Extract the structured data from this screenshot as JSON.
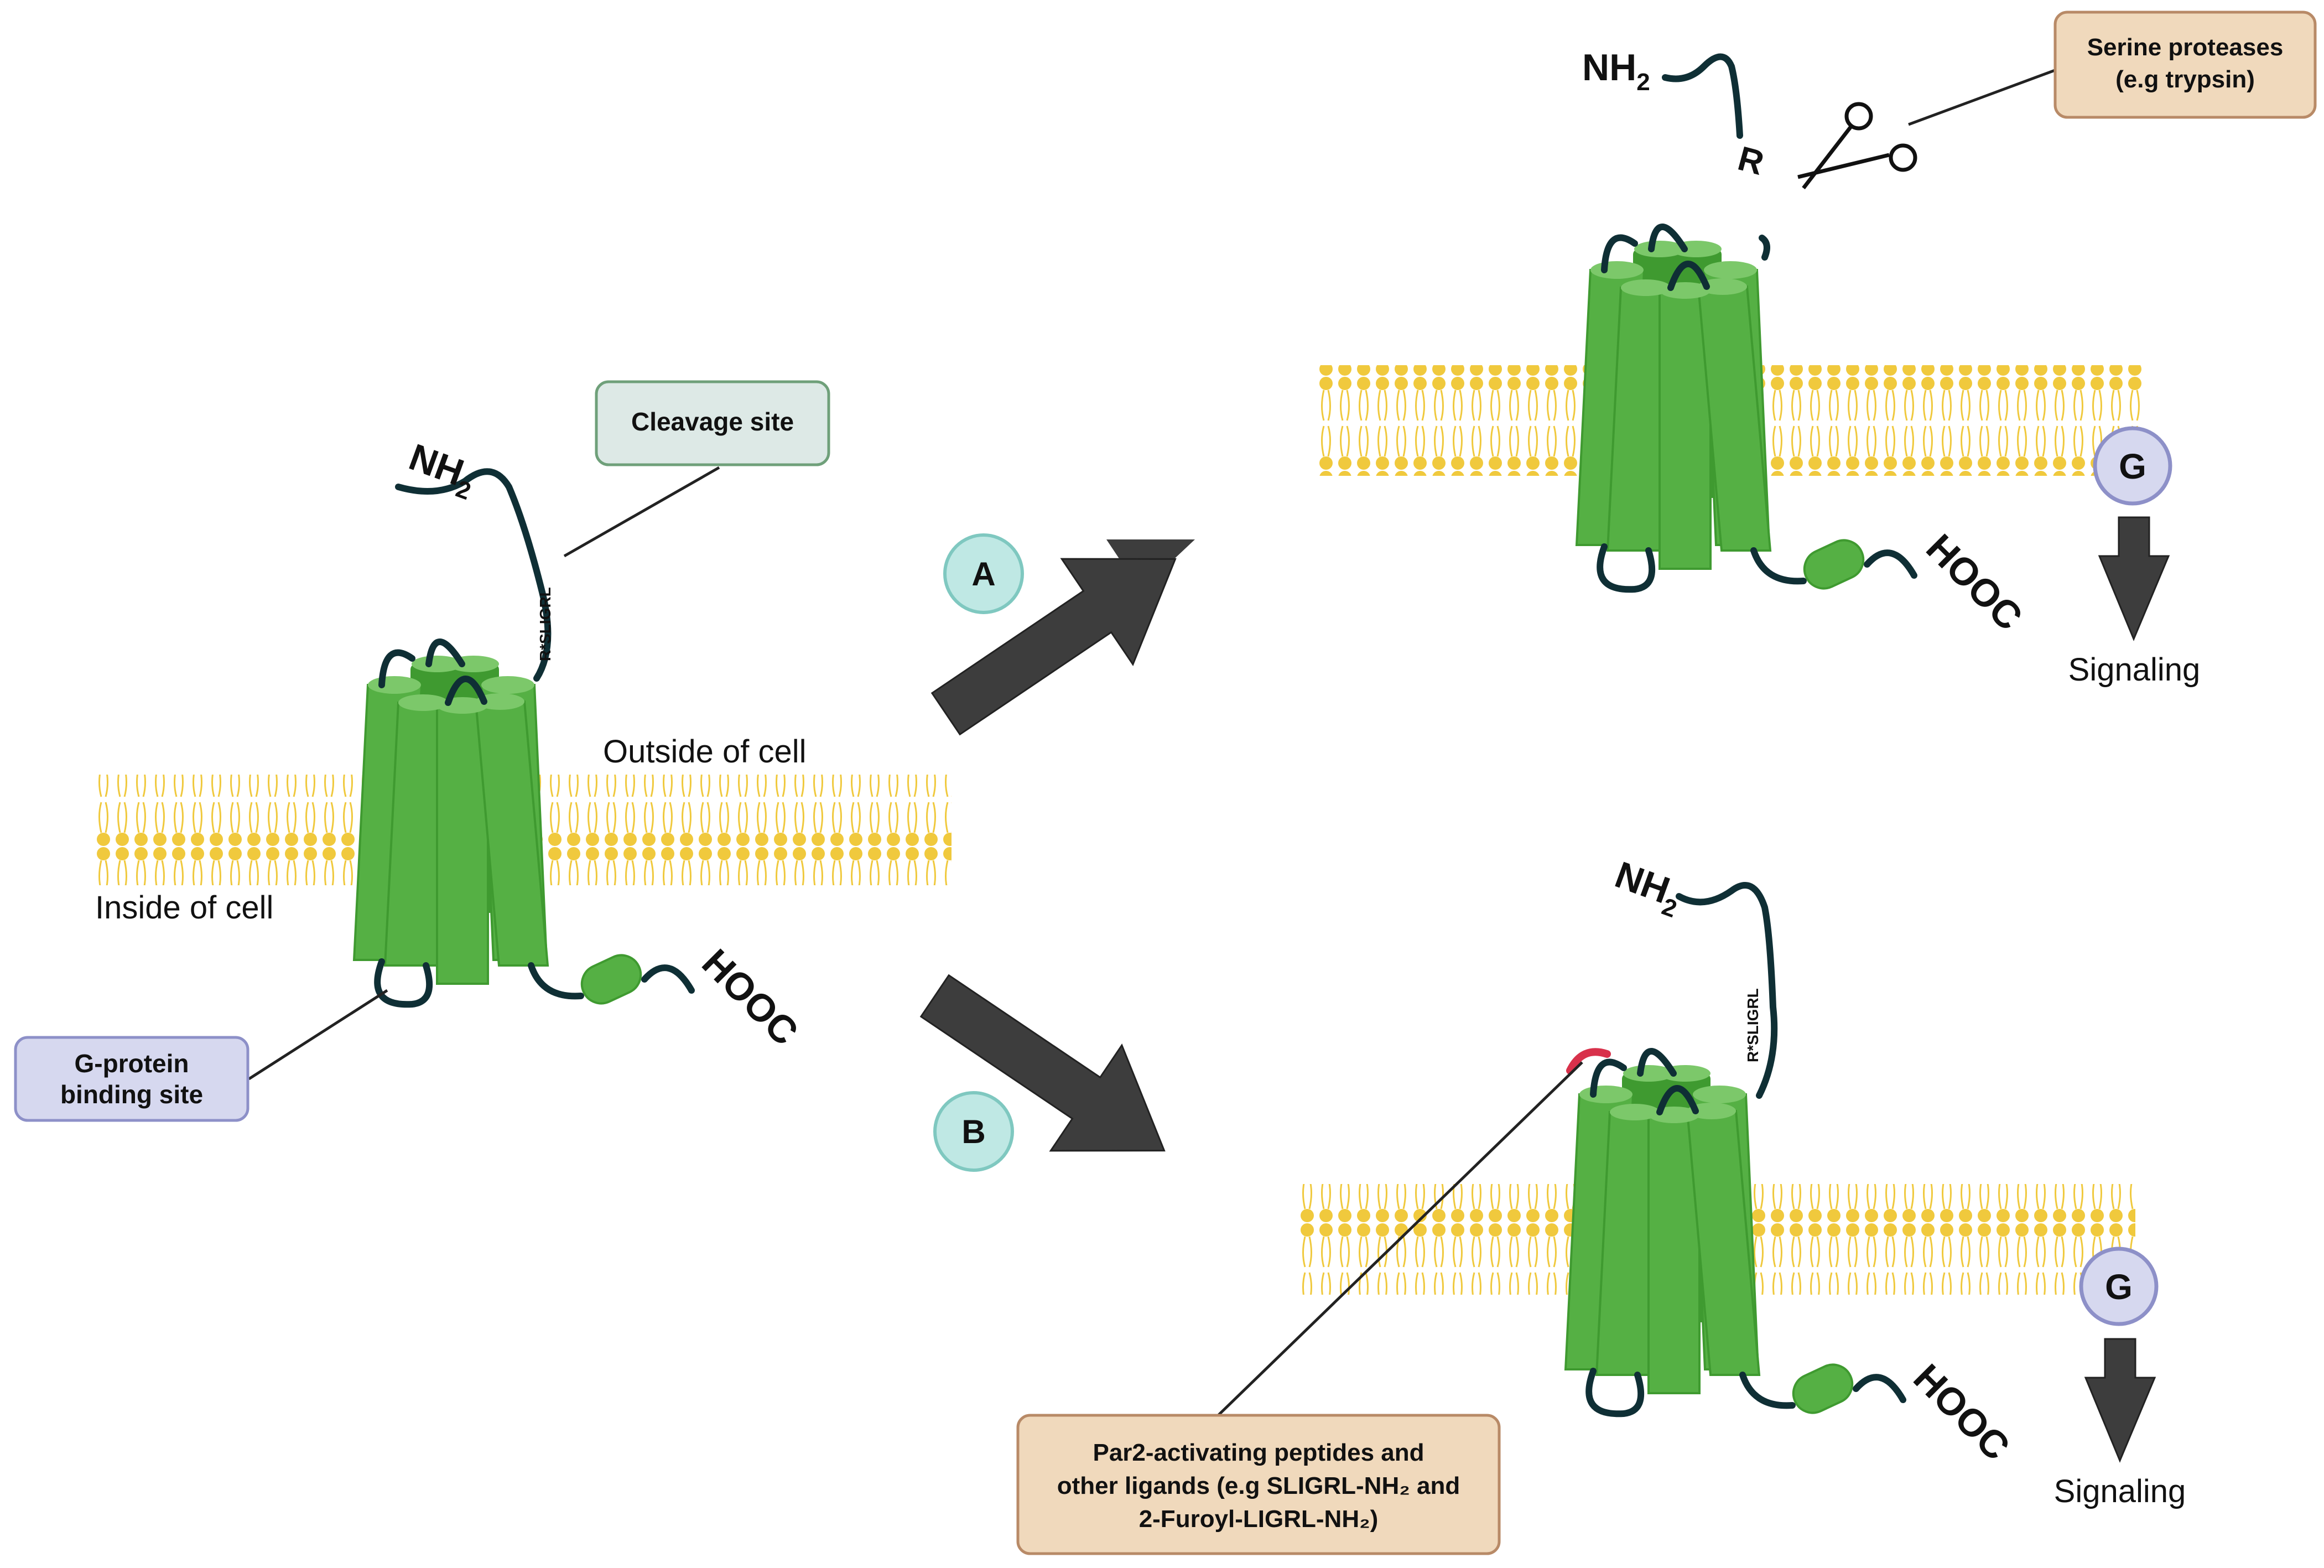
{
  "labels": {
    "outside_cell": "Outside of cell",
    "inside_cell": "Inside of cell",
    "nh2": "NH",
    "nh2_sub": "2",
    "hooc": "HOOC",
    "cleavage_seq": "R*SLIGRL",
    "r_residue": "R",
    "signaling": "Signaling",
    "g_protein": "G",
    "pathway_a": "A",
    "pathway_b": "B"
  },
  "callouts": {
    "cleavage_site": "Cleavage site",
    "gprotein_line1": "G-protein",
    "gprotein_line2": "binding site",
    "serine_line1": "Serine proteases",
    "serine_line2": "(e.g trypsin)",
    "par2_line1": "Par2-activating peptides and",
    "par2_line2": "other ligands (e.g SLIGRL-NH₂ and",
    "par2_line3": "2-Furoyl-LIGRL-NH₂)"
  },
  "colors": {
    "helix": "#55b044",
    "helix_dark": "#3f9a30",
    "helix_top": "#7cc86a",
    "loop": "#0f2f35",
    "lipid": "#f0c93d",
    "arrow": "#3d3d3d",
    "badge_fill": "#bfe8e4",
    "badge_stroke": "#7fc8c0",
    "cleavage_fill": "#dde9e6",
    "cleavage_stroke": "#6fa07a",
    "gprot_fill": "#d6d8ef",
    "gprot_stroke": "#8d90c8",
    "tan_fill": "#f0d9bc",
    "tan_stroke": "#b88a67",
    "ligand": "#d8314b"
  }
}
